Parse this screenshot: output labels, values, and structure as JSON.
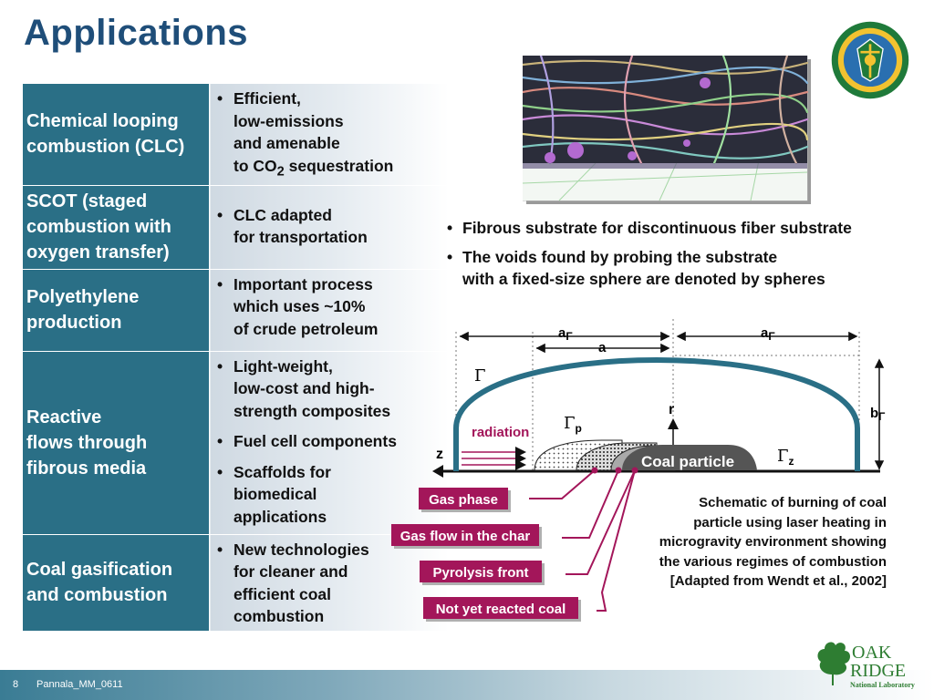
{
  "title": "Applications",
  "applications": [
    {
      "category": "Chemical looping\ncombustion (CLC)",
      "bullets": [
        {
          "pre": "Efficient,\nlow-emissions\nand amenable\nto CO",
          "sub": "2",
          "post": " sequestration"
        }
      ]
    },
    {
      "category": "SCOT (staged\ncombustion with\noxygen transfer)",
      "bullets": [
        {
          "text": "CLC adapted\nfor transportation"
        }
      ]
    },
    {
      "category": "Polyethylene\nproduction",
      "bullets": [
        {
          "text": "Important process\nwhich uses ~10%\nof crude petroleum"
        }
      ]
    },
    {
      "category": "Reactive\nflows through\nfibrous media",
      "bullets": [
        {
          "text": "Light-weight,\nlow-cost and high-\nstrength composites"
        },
        {
          "text": "Fuel cell components"
        },
        {
          "text": "Scaffolds for\nbiomedical\napplications"
        }
      ]
    },
    {
      "category": "Coal gasification\nand combustion",
      "bullets": [
        {
          "text": "New technologies\nfor cleaner and\nefficient coal\ncombustion"
        }
      ]
    }
  ],
  "fiber_notes": [
    "Fibrous substrate for discontinuous fiber substrate",
    "The voids found by probing the substrate\nwith a fixed-size sphere are denoted by spheres"
  ],
  "schematic": {
    "a_gamma_left": "a",
    "a_gamma_right": "a",
    "gamma_symbol": "Γ",
    "a": "a",
    "gamma": "Γ",
    "gamma_p": "Γ",
    "gamma_p_sub": "p",
    "gamma_z": "Γ",
    "gamma_z_sub": "z",
    "r": "r",
    "z": "z",
    "b_gamma": "b",
    "radiation": "radiation",
    "coal_particle": "Coal particle",
    "labels": [
      "Gas phase",
      "Gas flow in the char",
      "Pyrolysis front",
      "Not yet reacted coal"
    ],
    "colors": {
      "dome": "#2a6f86",
      "label_bg": "#a3165a",
      "radiation": "#a3165a",
      "particle": "#555555"
    }
  },
  "caption": "Schematic of burning of coal\nparticle using laser heating in\nmicrogravity environment showing\nthe various regimes of combustion\n[Adapted from Wendt et al., 2002]",
  "footer": {
    "page": "8",
    "id": "Pannala_MM_0611"
  },
  "logos": {
    "ornl_line1": "OAK",
    "ornl_line2": "RIDGE",
    "ornl_line3": "National Laboratory"
  }
}
